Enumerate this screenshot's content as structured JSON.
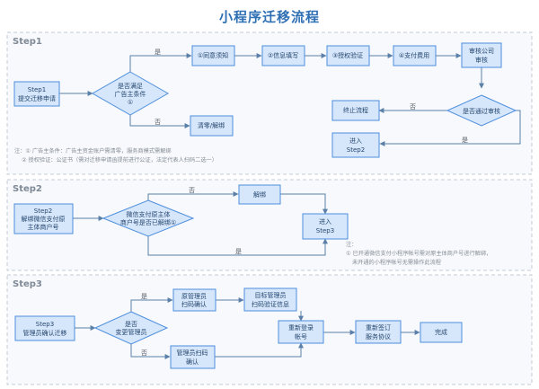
{
  "title": "小程序迁移流程",
  "sections": [
    {
      "id": "s1",
      "title": "Step1"
    },
    {
      "id": "s2",
      "title": "Step2"
    },
    {
      "id": "s3",
      "title": "Step3"
    }
  ],
  "nodes": [
    {
      "id": "s1_start",
      "lines": [
        "Step1",
        "提交迁移申请"
      ]
    },
    {
      "id": "s1_dec",
      "lines": [
        "是否满足",
        "广告主条件",
        "①"
      ]
    },
    {
      "id": "s1_notice",
      "lines": [
        "①同意须知"
      ]
    },
    {
      "id": "s1_info",
      "lines": [
        "②信息填写"
      ]
    },
    {
      "id": "s1_auth",
      "lines": [
        "③授权验证"
      ]
    },
    {
      "id": "s1_pay",
      "lines": [
        "④支付费用"
      ]
    },
    {
      "id": "s1_review",
      "lines": [
        "审核公司",
        "审核"
      ]
    },
    {
      "id": "s1_clear",
      "lines": [
        "清零/解绑"
      ]
    },
    {
      "id": "s1_pass",
      "lines": [
        "是否通过审核"
      ]
    },
    {
      "id": "s1_end",
      "lines": [
        "终止流程"
      ]
    },
    {
      "id": "s1_enter2",
      "lines": [
        "进入",
        "Step2"
      ]
    },
    {
      "id": "s2_start",
      "lines": [
        "Step2",
        "解绑微信支付原",
        "主体商户号"
      ]
    },
    {
      "id": "s2_dec",
      "lines": [
        "微信支付原主体",
        "商户号是否已解绑①"
      ]
    },
    {
      "id": "s2_unbind",
      "lines": [
        "解绑"
      ]
    },
    {
      "id": "s2_enter3",
      "lines": [
        "进入",
        "Step3"
      ]
    },
    {
      "id": "s3_start",
      "lines": [
        "Step3",
        "管理员确认迁移"
      ]
    },
    {
      "id": "s3_dec",
      "lines": [
        "是否",
        "变更管理员"
      ]
    },
    {
      "id": "s3_orig",
      "lines": [
        "原管理员",
        "扫码确认"
      ]
    },
    {
      "id": "s3_target",
      "lines": [
        "目标管理员",
        "扫码验证信息"
      ]
    },
    {
      "id": "s3_admin",
      "lines": [
        "管理员扫码",
        "确认"
      ]
    },
    {
      "id": "s3_relogin",
      "lines": [
        "重新登录",
        "帐号"
      ]
    },
    {
      "id": "s3_sign",
      "lines": [
        "重新签订",
        "服务协议"
      ]
    },
    {
      "id": "s3_done",
      "lines": [
        "完成"
      ]
    }
  ],
  "edges": [
    {
      "id": "e1",
      "label": ""
    },
    {
      "id": "e2",
      "label": "是"
    },
    {
      "id": "e3",
      "label": "否"
    },
    {
      "id": "e4",
      "label": ""
    },
    {
      "id": "e5",
      "label": ""
    },
    {
      "id": "e6",
      "label": ""
    },
    {
      "id": "e7",
      "label": ""
    },
    {
      "id": "e8",
      "label": ""
    },
    {
      "id": "e9",
      "label": "否"
    },
    {
      "id": "e10",
      "label": "是"
    },
    {
      "id": "e11",
      "label": ""
    },
    {
      "id": "e12",
      "label": "否"
    },
    {
      "id": "e13",
      "label": ""
    },
    {
      "id": "e14",
      "label": "是"
    },
    {
      "id": "e15",
      "label": ""
    },
    {
      "id": "e16",
      "label": "是"
    },
    {
      "id": "e17",
      "label": "否"
    },
    {
      "id": "e18",
      "label": ""
    },
    {
      "id": "e19",
      "label": ""
    },
    {
      "id": "e20",
      "label": ""
    },
    {
      "id": "e21",
      "label": ""
    },
    {
      "id": "e22",
      "label": ""
    }
  ],
  "notes": {
    "s1": [
      "注：① 广告主条件：广告主资金账户需清零，服务商模式需解绑",
      "② 授权验证：公证书（需对迁移申请函提前进行公证，法定代表人扫码二选一）"
    ],
    "s2": [
      "注：",
      "① 已开通微信支付小程序帐号需对原主体商户号进行解绑，",
      "未开通的小程序帐号无需操作此流程"
    ]
  }
}
